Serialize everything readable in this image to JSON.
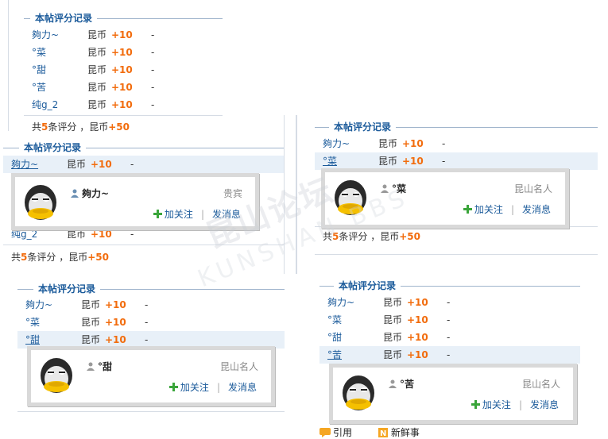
{
  "section_title": "本帖评分记录",
  "currency": "昆币",
  "value_text": "+10",
  "dash": "-",
  "summary": {
    "prefix": "共",
    "count": "5",
    "mid": "条评分 ，昆币",
    "total": "+50"
  },
  "users": [
    "夠力~",
    "°菜",
    "°甜",
    "°苦",
    "纯g_2"
  ],
  "popups": [
    {
      "name": "夠力~",
      "rank": "贵宾"
    },
    {
      "name": "°菜",
      "rank": "昆山名人"
    },
    {
      "name": "°甜",
      "rank": "昆山名人"
    },
    {
      "name": "°苦",
      "rank": "昆山名人"
    }
  ],
  "actions": {
    "follow": "加关注",
    "message": "发消息"
  },
  "watermark": {
    "line1": "昆山论坛",
    "line2": "KUNSHAN BBS"
  },
  "bottom": {
    "quote": "引用",
    "news": "新鲜事"
  },
  "colors": {
    "title": "#1a5a9a",
    "value": "#f26c0d",
    "highlight": "#e8f0f8"
  }
}
